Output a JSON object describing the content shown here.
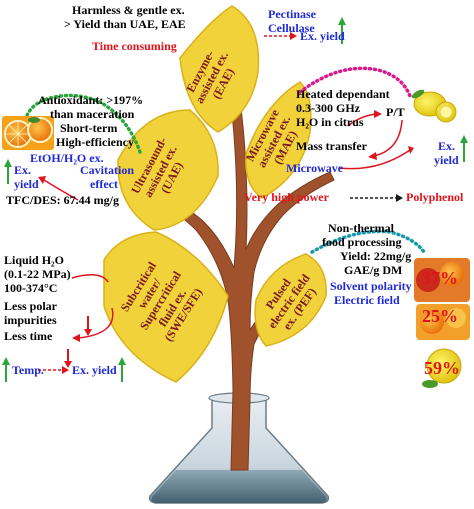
{
  "enzyme": {
    "label": [
      "Enzyme-",
      "assisted ex.",
      "(EAE)"
    ],
    "lines": [
      "Harmless & gentle ex.",
      "> Yield than UAE, EAE"
    ],
    "drawback": "Time consuming",
    "enzymes": [
      "Pectinase",
      "Cellulase"
    ],
    "yield": "Ex. yield"
  },
  "microwave": {
    "label": [
      "Microwave",
      "assisted ex.",
      "(MAE)"
    ],
    "notes": [
      "Heated dependant",
      "0.3-300 GHz",
      "H₂O in citrus"
    ],
    "pt": "P/T",
    "mass_transfer": "Mass transfer",
    "microwave_word": "Microwave",
    "yield": [
      "Ex.",
      "yield"
    ],
    "power": "Very high power",
    "polyphenol": "Polyphenol"
  },
  "ultrasound": {
    "label": [
      "Ultrasound-",
      "assisted ex.",
      "(UAE)"
    ],
    "notes": [
      "Antioxidant: >197%",
      "than maceration",
      "Short-term",
      "High-efficiency"
    ],
    "solvent": "EtOH/H₂O ex.",
    "cavitation": [
      "Cavitation",
      "effect"
    ],
    "yield": [
      "Ex.",
      "yield"
    ],
    "tfc": "TFC/DES: 67.44 mg/g"
  },
  "swe": {
    "label": [
      "Subcritical",
      "water/",
      "Supercritical",
      "fluid ex.",
      "(SWE/SFE)"
    ],
    "notes": [
      "Liquid H₂O",
      "(0.1-22 MPa)",
      "100-374°C",
      "Less polar",
      "impurities",
      "Less time"
    ],
    "temp": "Temp.",
    "yield": "Ex. yield"
  },
  "pef": {
    "label": [
      "Pulsed",
      "electric field",
      "ex. (PEF)"
    ],
    "notes": [
      "Non-thermal",
      "food processing",
      "Yield: 22mg/g",
      "GAE/g DM"
    ],
    "blue_notes": [
      "Solvent polarity",
      "Electric field"
    ],
    "percentages": [
      "37%",
      "25%",
      "59%"
    ]
  },
  "colors": {
    "leaf": "#f2d23a",
    "leaf_edge": "#d8b21a",
    "trunk": "#a0522d",
    "red_arrow": "#e0141c",
    "green_arrow": "#2aa63a",
    "blue_text": "#1f2ad6",
    "magenta_dots": "#d81a8c",
    "teal_dots": "#1a9aa8"
  }
}
